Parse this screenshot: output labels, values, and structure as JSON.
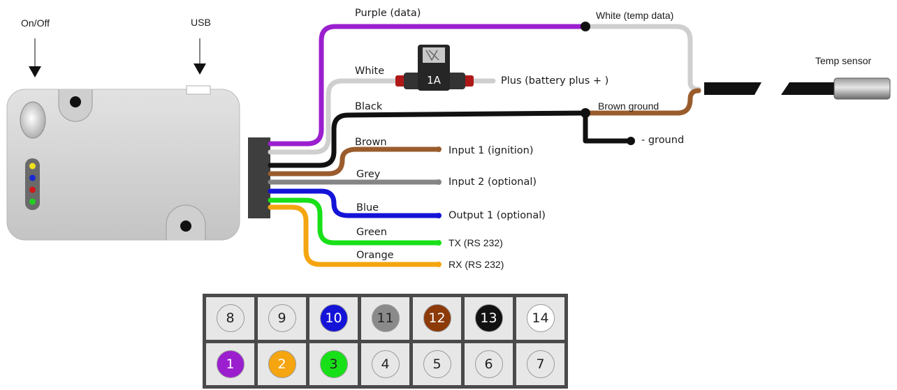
{
  "device": {
    "on_off_label": "On/Off",
    "usb_label": "USB"
  },
  "fuse": {
    "label": "1A"
  },
  "wires": {
    "purple": {
      "label": "Purple (data)",
      "color": "#9b1fcf"
    },
    "white": {
      "label": "White",
      "color": "#cfcfcf"
    },
    "black": {
      "label": "Black",
      "color": "#111111"
    },
    "brown": {
      "label": "Brown",
      "color": "#9a5c2c"
    },
    "grey": {
      "label": "Grey",
      "color": "#858585"
    },
    "blue": {
      "label": "Blue",
      "color": "#1414d8"
    },
    "green": {
      "label": "Green",
      "color": "#18e018"
    },
    "orange": {
      "label": "Orange",
      "color": "#f5a50f"
    }
  },
  "terminals": {
    "plus": "Plus (battery plus + )",
    "input1": "Input 1 (ignition)",
    "input2": "Input 2 (optional)",
    "output1": "Output 1 (optional)",
    "tx": "TX (RS 232)",
    "rx": "RX (RS 232)",
    "ground": "- ground"
  },
  "sensor": {
    "white_temp_data": "White (temp data)",
    "brown_ground": "Brown ground",
    "temp_sensor": "Temp sensor"
  },
  "pins": [
    {
      "number": "8",
      "color": "#e7e7e7",
      "text_color": "#222222"
    },
    {
      "number": "9",
      "color": "#e7e7e7",
      "text_color": "#222222"
    },
    {
      "number": "10",
      "color": "#1414d8",
      "text_color": "#ffffff"
    },
    {
      "number": "11",
      "color": "#8a8a8a",
      "text_color": "#222222"
    },
    {
      "number": "12",
      "color": "#8c3a08",
      "text_color": "#ffffff"
    },
    {
      "number": "13",
      "color": "#111111",
      "text_color": "#ffffff"
    },
    {
      "number": "14",
      "color": "#ffffff",
      "text_color": "#222222"
    },
    {
      "number": "1",
      "color": "#9b1fcf",
      "text_color": "#ffffff"
    },
    {
      "number": "2",
      "color": "#f5a50f",
      "text_color": "#ffffff"
    },
    {
      "number": "3",
      "color": "#18e018",
      "text_color": "#222222"
    },
    {
      "number": "4",
      "color": "#e7e7e7",
      "text_color": "#222222"
    },
    {
      "number": "5",
      "color": "#e7e7e7",
      "text_color": "#222222"
    },
    {
      "number": "6",
      "color": "#e7e7e7",
      "text_color": "#222222"
    },
    {
      "number": "7",
      "color": "#e7e7e7",
      "text_color": "#222222"
    }
  ],
  "leds": [
    "#f0e020",
    "#1a2ad0",
    "#d01818",
    "#22d022"
  ]
}
